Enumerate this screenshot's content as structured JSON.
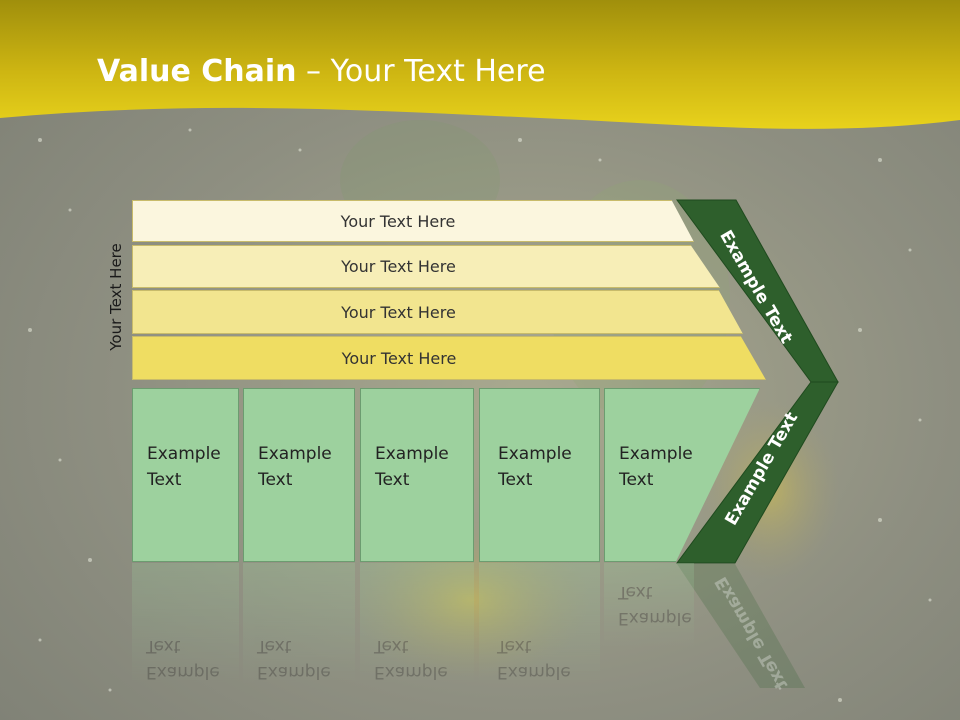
{
  "title": {
    "bold": "Value Chain",
    "rest": " – Your Text Here"
  },
  "side_label": "Your Text Here",
  "support_bars": [
    "Your Text Here",
    "Your Text Here",
    "Your Text Here",
    "Your Text Here"
  ],
  "primary_columns": [
    {
      "line1": "Example",
      "line2": "Text"
    },
    {
      "line1": "Example",
      "line2": "Text"
    },
    {
      "line1": "Example",
      "line2": "Text"
    },
    {
      "line1": "Example",
      "line2": "Text"
    },
    {
      "line1": "Example",
      "line2": "Text"
    }
  ],
  "chevron": {
    "top_label": "Example Text",
    "bottom_label": "Example Text"
  },
  "colors": {
    "header_gold": "#c9b10c",
    "bar_light": "#fbf6de",
    "bar_2": "#f7eeb7",
    "bar_3": "#f2e58f",
    "bar_4": "#efdd62",
    "column_green": "#9dd19e",
    "chevron_green": "#2e5f2c"
  }
}
